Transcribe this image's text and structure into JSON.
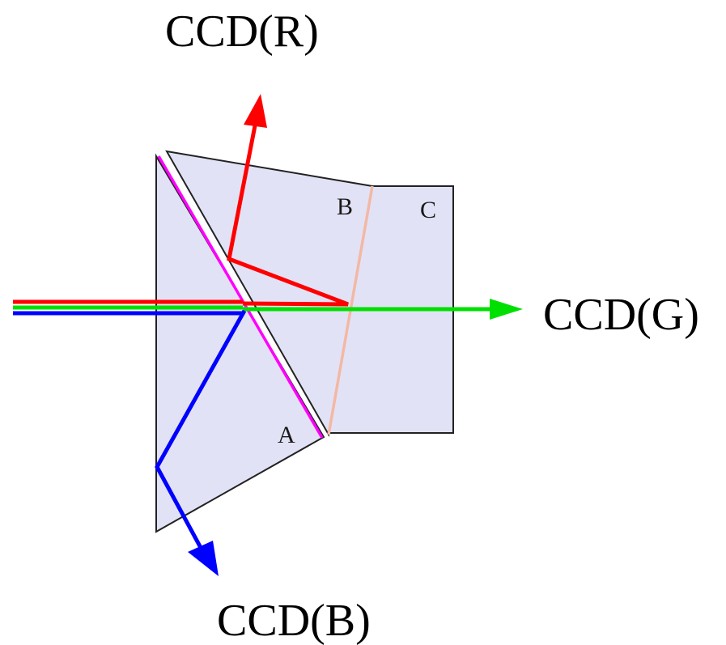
{
  "labels": {
    "ccd_red": "CCD(R)",
    "ccd_green": "CCD(G)",
    "ccd_blue": "CCD(B)",
    "prism_a": "A",
    "prism_b": "B",
    "prism_c": "C"
  },
  "colors": {
    "prism_fill": "#e2e2f6",
    "red": "#ff0000",
    "green": "#00e000",
    "blue": "#0000ff",
    "dichroic_magenta": "#ff00ff",
    "interface_b_c": "#f3b8a4"
  }
}
